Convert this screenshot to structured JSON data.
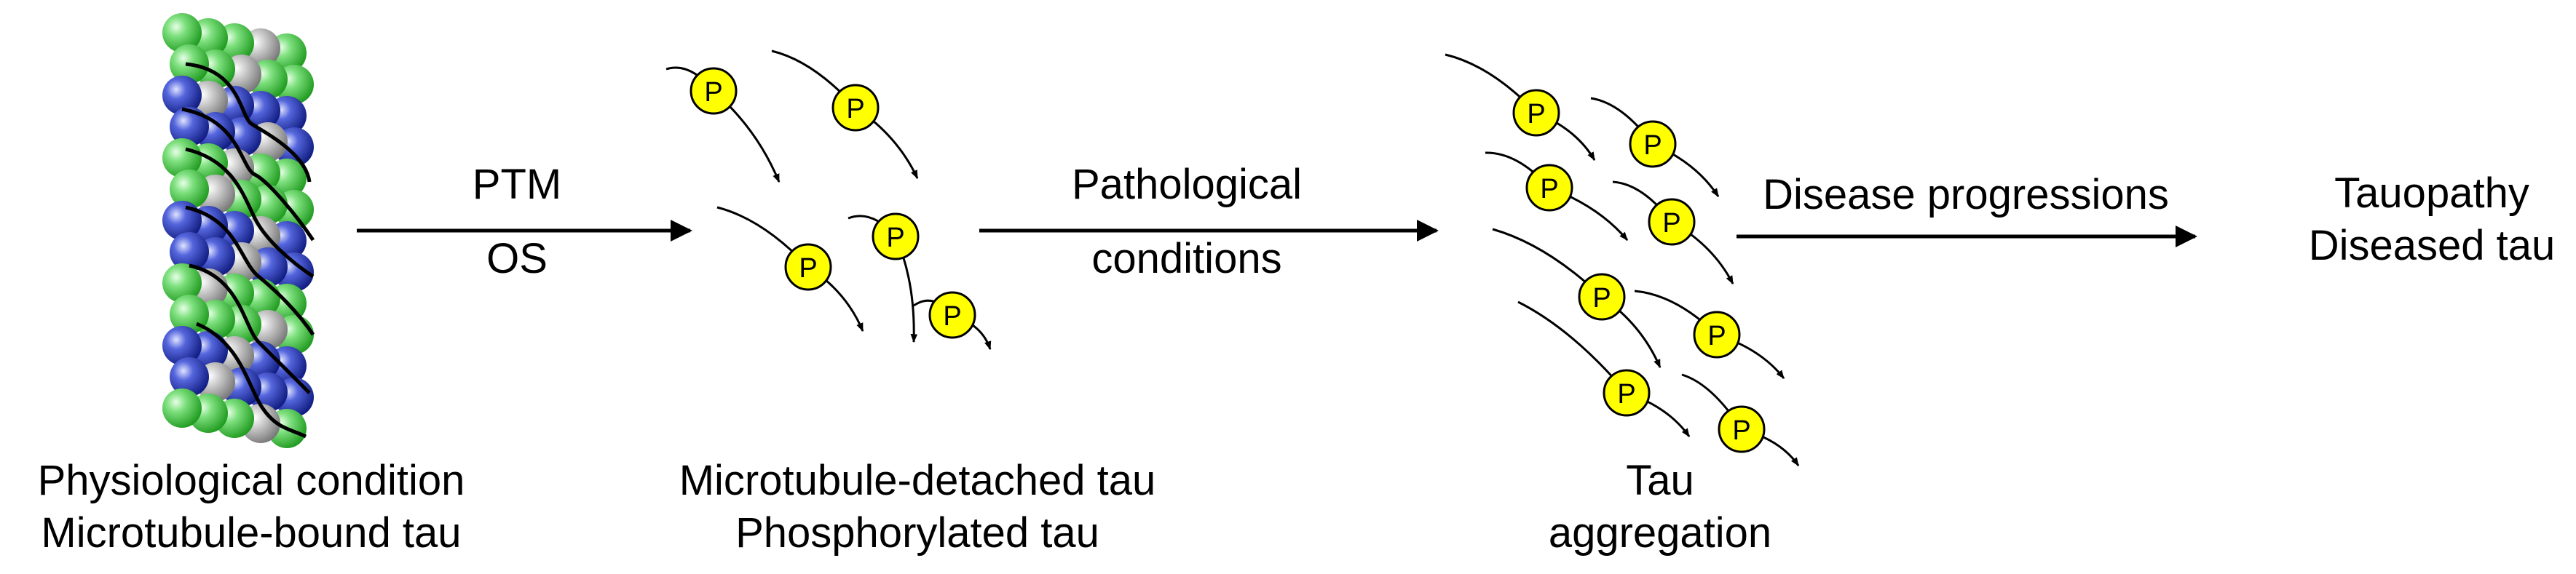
{
  "colors": {
    "tubulin_green": "#33cc33",
    "tubulin_blue": "#2233bb",
    "phospho_fill": "#ffff00",
    "ink": "#000000"
  },
  "stages": {
    "physiological": {
      "line1": "Physiological condition",
      "line2": "Microtubule-bound tau"
    },
    "detached": {
      "line1": "Microtubule-detached tau",
      "line2": "Phosphorylated tau"
    },
    "aggregation": {
      "line1": "Tau",
      "line2": "aggregation"
    },
    "tauopathy": {
      "line1": "Tauopathy",
      "line2": "Diseased tau"
    }
  },
  "arrows": {
    "a1": {
      "top": "PTM",
      "bottom": "OS"
    },
    "a2": {
      "top": "Pathological",
      "bottom": "conditions"
    },
    "a3": {
      "top": "Disease progressions"
    }
  },
  "phospho_label": "P"
}
